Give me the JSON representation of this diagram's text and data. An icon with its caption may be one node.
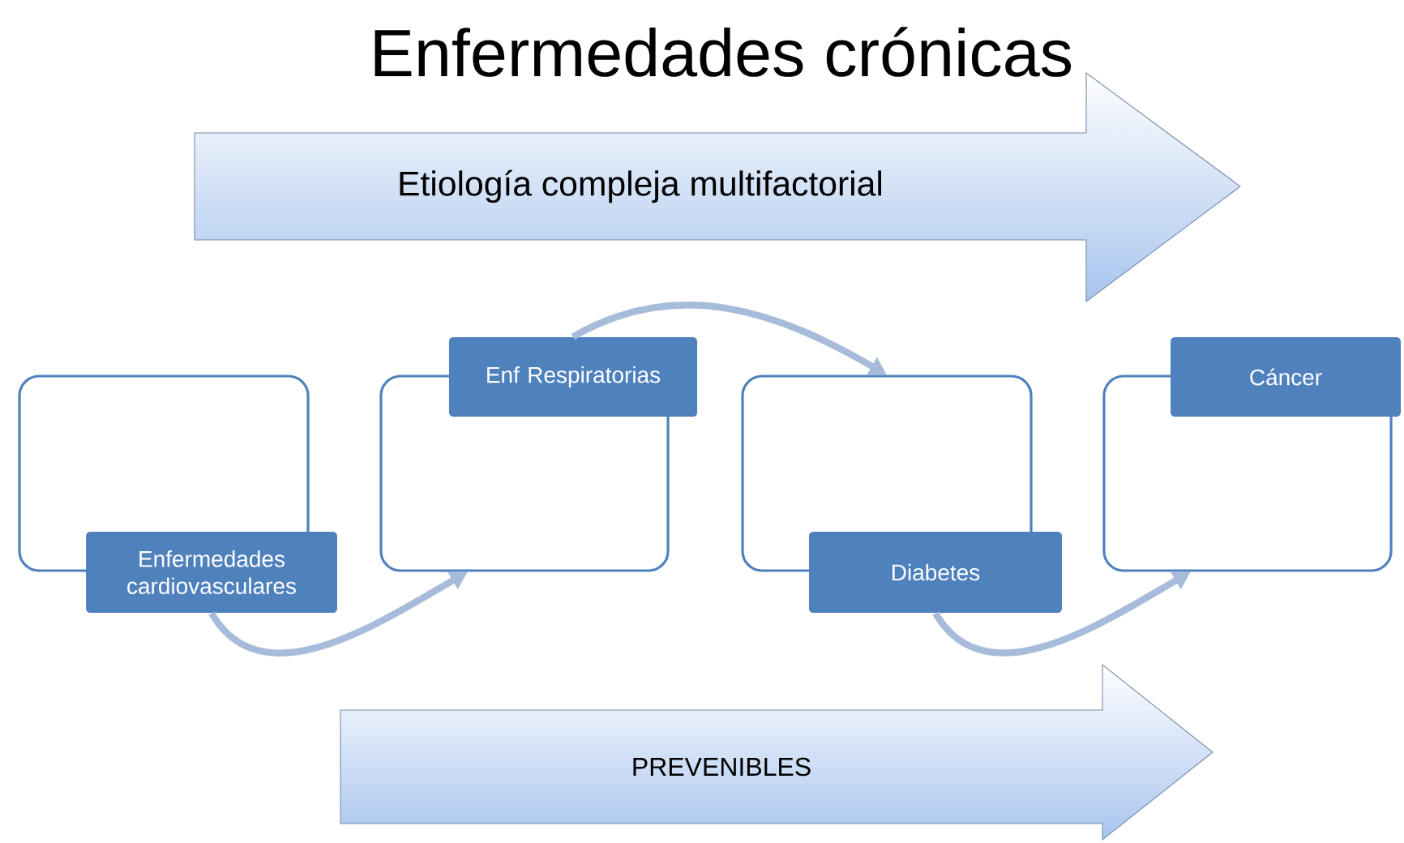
{
  "diagram": {
    "title": "Enfermedades crónicas",
    "nodes": [
      {
        "text": [
          "Etiología compleja multifactorial"
        ]
      },
      {
        "text": [],
        "shape": "box"
      },
      {
        "text": [
          "Enfermedades cardiovasculares"
        ]
      },
      {
        "text": [],
        "shape": "box"
      },
      {
        "text": [
          "Enf Respiratorias"
        ]
      },
      {
        "text": [],
        "shape": "box"
      },
      {
        "text": [
          "Diabetes"
        ]
      },
      {
        "text": [],
        "shape": "box"
      },
      {
        "text": [
          "Cáncer"
        ]
      },
      {
        "text": [
          "PREVENIBLES"
        ]
      }
    ],
    "edges": [
      {
        "from": 2,
        "to": 3,
        "arrow": "to"
      },
      {
        "from": 4,
        "to": 5,
        "arrow": "to"
      },
      {
        "from": 6,
        "to": 7,
        "arrow": "to"
      }
    ]
  }
}
